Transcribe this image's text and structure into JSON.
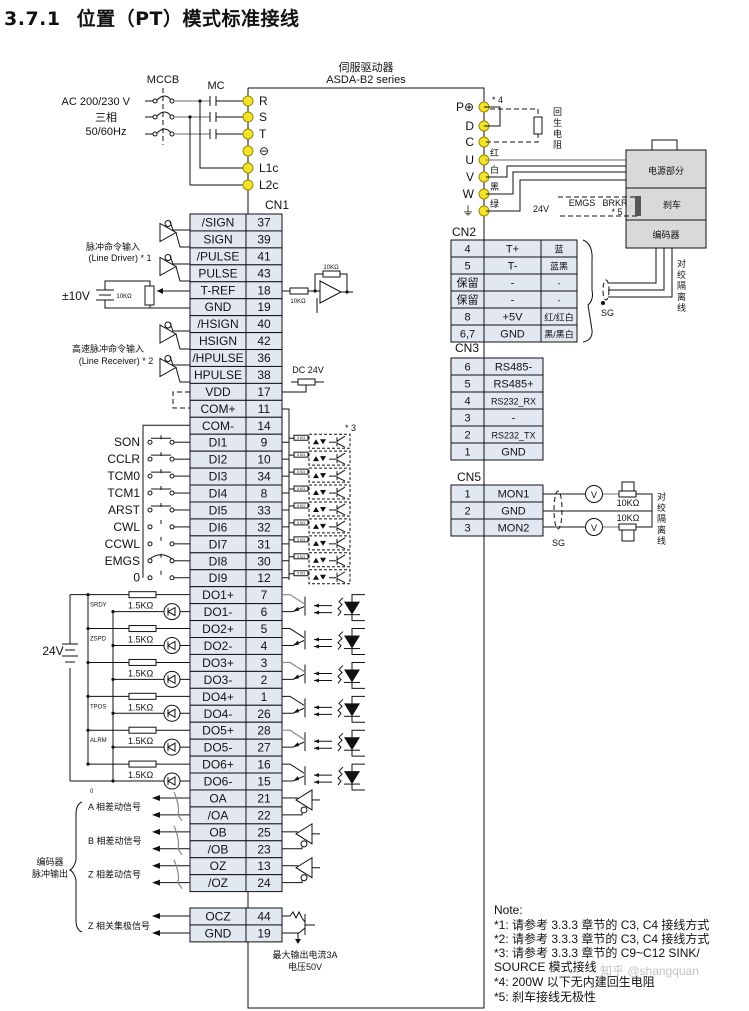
{
  "title": {
    "number": "3.7.1",
    "text": "位置（PT）模式标准接线"
  },
  "drive": {
    "name_cn": "伺服驱动器",
    "model": "ASDA-B2 series"
  },
  "power_input": {
    "supply": [
      "AC 200/230 V",
      "三相",
      "50/60Hz"
    ],
    "breaker": "MCCB",
    "contactor": "MC",
    "terminals": [
      "R",
      "S",
      "T",
      "⊖",
      "L1c",
      "L2c"
    ]
  },
  "motor_terminals": {
    "terminals": [
      "P⊕",
      "D",
      "C",
      "U",
      "V",
      "W",
      "⏚"
    ],
    "note_ref": "* 4",
    "regen_resistor": "回生电阻",
    "wire_colors": [
      "红",
      "白",
      "黑",
      "绿"
    ]
  },
  "motor": {
    "sections": [
      "电源部分",
      "刹车",
      "编码器"
    ],
    "brake_circuit": {
      "supply": "24V",
      "contacts": [
        "EMGS",
        "BRKR"
      ],
      "note_ref": "* 5"
    },
    "shield_label": "对绞隔离线",
    "sg_label": "SG"
  },
  "cn1": {
    "label": "CN1",
    "rows": [
      {
        "signal": "/SIGN",
        "pin": "37"
      },
      {
        "signal": "SIGN",
        "pin": "39"
      },
      {
        "signal": "/PULSE",
        "pin": "41"
      },
      {
        "signal": "PULSE",
        "pin": "43"
      },
      {
        "signal": "T-REF",
        "pin": "18"
      },
      {
        "signal": "GND",
        "pin": "19"
      },
      {
        "signal": "/HSIGN",
        "pin": "40"
      },
      {
        "signal": "HSIGN",
        "pin": "42"
      },
      {
        "signal": "/HPULSE",
        "pin": "36"
      },
      {
        "signal": "HPULSE",
        "pin": "38"
      },
      {
        "signal": "VDD",
        "pin": "17"
      },
      {
        "signal": "COM+",
        "pin": "11"
      },
      {
        "signal": "COM-",
        "pin": "14"
      },
      {
        "signal": "DI1",
        "pin": "9"
      },
      {
        "signal": "DI2",
        "pin": "10"
      },
      {
        "signal": "DI3",
        "pin": "34"
      },
      {
        "signal": "DI4",
        "pin": "8"
      },
      {
        "signal": "DI5",
        "pin": "33"
      },
      {
        "signal": "DI6",
        "pin": "32"
      },
      {
        "signal": "DI7",
        "pin": "31"
      },
      {
        "signal": "DI8",
        "pin": "30"
      },
      {
        "signal": "DI9",
        "pin": "12"
      },
      {
        "signal": "DO1+",
        "pin": "7"
      },
      {
        "signal": "DO1-",
        "pin": "6"
      },
      {
        "signal": "DO2+",
        "pin": "5"
      },
      {
        "signal": "DO2-",
        "pin": "4"
      },
      {
        "signal": "DO3+",
        "pin": "3"
      },
      {
        "signal": "DO3-",
        "pin": "2"
      },
      {
        "signal": "DO4+",
        "pin": "1"
      },
      {
        "signal": "DO4-",
        "pin": "26"
      },
      {
        "signal": "DO5+",
        "pin": "28"
      },
      {
        "signal": "DO5-",
        "pin": "27"
      },
      {
        "signal": "DO6+",
        "pin": "16"
      },
      {
        "signal": "DO6-",
        "pin": "15"
      },
      {
        "signal": "OA",
        "pin": "21"
      },
      {
        "signal": "/OA",
        "pin": "22"
      },
      {
        "signal": "OB",
        "pin": "25"
      },
      {
        "signal": "/OB",
        "pin": "23"
      },
      {
        "signal": "OZ",
        "pin": "13"
      },
      {
        "signal": "/OZ",
        "pin": "24"
      }
    ],
    "extra_rows": [
      {
        "signal": "OCZ",
        "pin": "44"
      },
      {
        "signal": "GND",
        "pin": "19"
      }
    ]
  },
  "left_labels": {
    "pulse_cmd": [
      "脉冲命令输入",
      "(Line Driver) * 1"
    ],
    "hs_pulse_cmd": [
      "高速脉冲命令输入",
      "(Line Receiver) * 2"
    ],
    "analog_supply": "±10V",
    "pot": "10KΩ",
    "di_functions": [
      "SON",
      "CCLR",
      "TCM0",
      "TCM1",
      "ARST",
      "CWL",
      "CCWL",
      "EMGS",
      "0"
    ],
    "do_functions": [
      "SRDY",
      "ZSPD",
      "TPOS",
      "ALRM",
      "0"
    ],
    "do_resistor": "1.5KΩ",
    "do_supply": "24V",
    "encoder_out": [
      "编码器",
      "脉冲输出"
    ],
    "encoder_signals": [
      "A 相差动信号",
      "B 相差动信号",
      "Z 相差动信号",
      "Z 相关集极信号"
    ]
  },
  "right_labels": {
    "opamp_resistors": [
      "10KΩ",
      "10KΩ"
    ],
    "dc24v": "DC 24V",
    "di_resistor": "5 KΩ",
    "di_note_ref": "* 3",
    "ocz_rating": [
      "最大输出电流3A",
      "电压50V"
    ]
  },
  "cn2": {
    "label": "CN2",
    "rows": [
      [
        "4",
        "T+",
        "蓝"
      ],
      [
        "5",
        "T-",
        "蓝黑"
      ],
      [
        "保留",
        "-",
        "-"
      ],
      [
        "保留",
        "-",
        "-"
      ],
      [
        "8",
        "+5V",
        "红/红白"
      ],
      [
        "6,7",
        "GND",
        "黑/黑白"
      ]
    ]
  },
  "cn3": {
    "label": "CN3",
    "rows": [
      [
        "6",
        "RS485-"
      ],
      [
        "5",
        "RS485+"
      ],
      [
        "4",
        "RS232_RX"
      ],
      [
        "3",
        "-"
      ],
      [
        "2",
        "RS232_TX"
      ],
      [
        "1",
        "GND"
      ]
    ]
  },
  "cn5": {
    "label": "CN5",
    "rows": [
      [
        "1",
        "MON1"
      ],
      [
        "2",
        "GND"
      ],
      [
        "3",
        "MON2"
      ]
    ],
    "meter": "V",
    "pot": "10KΩ",
    "shield_label": "对绞隔离线",
    "sg_label": "SG"
  },
  "notes": {
    "heading": "Note:",
    "items": [
      "*1:  请参考 3.3.3 章节的 C3, C4 接线方式",
      "*2:  请参考 3.3.3 章节的 C3, C4 接线方式",
      "*3:  请参考 3.3.3 章节的 C9~C12 SINK/",
      "       SOURCE 模式接线",
      "*4:   200W 以下无内建回生电阻",
      "*5: 刹车接线无极性"
    ],
    "watermark": "知乎 @shangquan"
  }
}
